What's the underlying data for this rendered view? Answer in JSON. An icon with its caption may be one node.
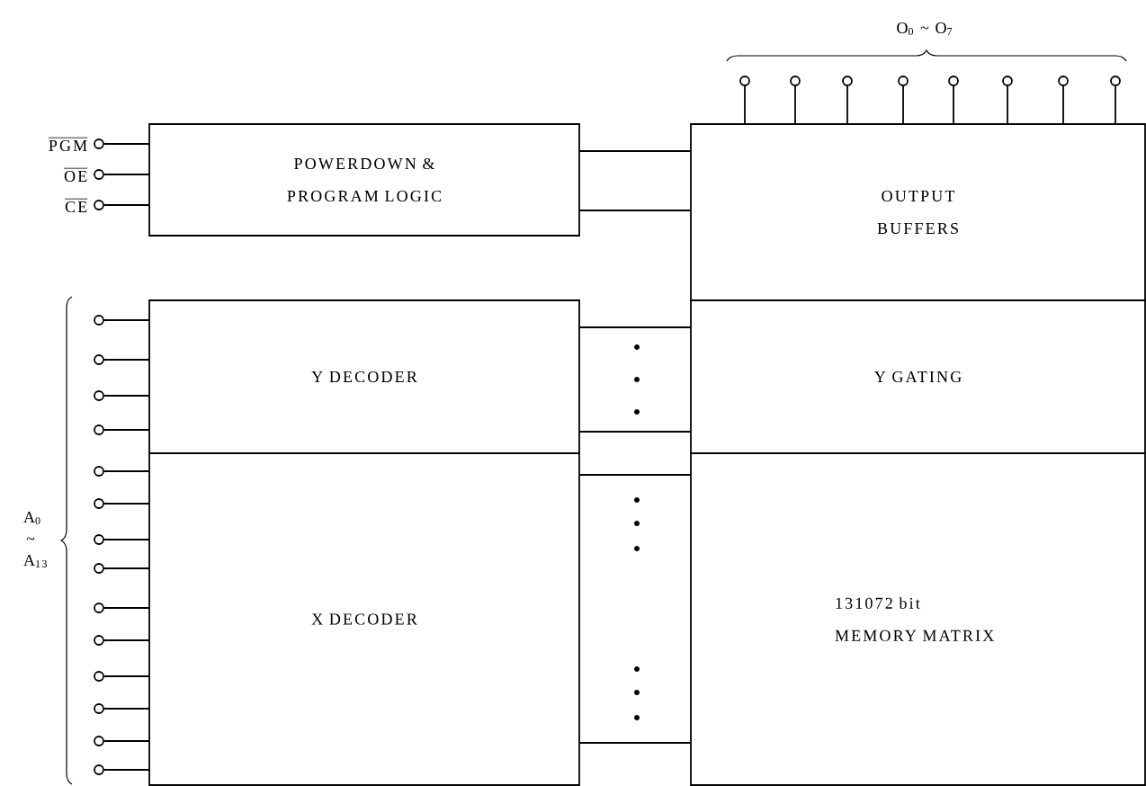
{
  "diagram": {
    "nodes": [
      {
        "text": [],
        "shape": "circle",
        "beside": [
          "PGM"
        ]
      },
      {
        "text": [],
        "shape": "circle",
        "beside": [
          "OE"
        ]
      },
      {
        "text": [],
        "shape": "circle",
        "beside": [
          "CE"
        ]
      },
      {
        "text": [
          "POWERDOWN & PROGRAM LOGIC"
        ]
      },
      {
        "text": [
          "OUTPUT BUFFERS"
        ]
      },
      {
        "text": [
          "Y DECODER"
        ]
      },
      {
        "text": [
          "Y GATING"
        ]
      },
      {
        "text": [
          "X DECODER"
        ]
      },
      {
        "text": [
          "131072 bit MEMORY MATRIX"
        ]
      },
      {
        "text": [],
        "shape": "circle"
      },
      {
        "text": [],
        "shape": "circle"
      },
      {
        "text": [],
        "shape": "circle"
      },
      {
        "text": [],
        "shape": "circle"
      },
      {
        "text": [],
        "shape": "circle"
      },
      {
        "text": [],
        "shape": "circle"
      },
      {
        "text": [],
        "shape": "circle"
      },
      {
        "text": [],
        "shape": "circle"
      },
      {
        "text": [],
        "shape": "circle"
      },
      {
        "text": [],
        "shape": "circle"
      },
      {
        "text": [],
        "shape": "circle"
      },
      {
        "text": [],
        "shape": "circle"
      },
      {
        "text": [],
        "shape": "circle"
      },
      {
        "text": [],
        "shape": "circle"
      },
      {
        "text": [],
        "shape": "circle"
      },
      {
        "text": [],
        "shape": "circle"
      },
      {
        "text": [],
        "shape": "circle"
      },
      {
        "text": [],
        "shape": "circle"
      },
      {
        "text": [],
        "shape": "circle"
      },
      {
        "text": [],
        "shape": "circle"
      },
      {
        "text": [],
        "shape": "circle"
      },
      {
        "text": [],
        "shape": "circle"
      }
    ],
    "edges": [
      {
        "from": 0,
        "to": 3,
        "arrow": "none"
      },
      {
        "from": 1,
        "to": 3,
        "arrow": "none"
      },
      {
        "from": 2,
        "to": 3,
        "arrow": "none"
      },
      {
        "from": 3,
        "to": 4,
        "arrow": "none"
      },
      {
        "from": 3,
        "to": 4,
        "arrow": "none"
      },
      {
        "from": 5,
        "to": 6,
        "arrow": "none"
      },
      {
        "from": 5,
        "to": 6,
        "arrow": "none"
      },
      {
        "from": 7,
        "to": 8,
        "arrow": "none"
      },
      {
        "from": 7,
        "to": 8,
        "arrow": "none"
      },
      {
        "from": 4,
        "to": 9,
        "arrow": "none"
      },
      {
        "from": 4,
        "to": 10,
        "arrow": "none"
      },
      {
        "from": 4,
        "to": 11,
        "arrow": "none"
      },
      {
        "from": 4,
        "to": 12,
        "arrow": "none"
      },
      {
        "from": 4,
        "to": 13,
        "arrow": "none"
      },
      {
        "from": 4,
        "to": 14,
        "arrow": "none"
      },
      {
        "from": 4,
        "to": 15,
        "arrow": "none"
      },
      {
        "from": 4,
        "to": 16,
        "arrow": "none"
      },
      {
        "from": 17,
        "to": 5,
        "arrow": "none"
      },
      {
        "from": 18,
        "to": 5,
        "arrow": "none"
      },
      {
        "from": 19,
        "to": 5,
        "arrow": "none"
      },
      {
        "from": 20,
        "to": 5,
        "arrow": "none"
      },
      {
        "from": 21,
        "to": 7,
        "arrow": "none"
      },
      {
        "from": 22,
        "to": 7,
        "arrow": "none"
      },
      {
        "from": 23,
        "to": 7,
        "arrow": "none"
      },
      {
        "from": 24,
        "to": 7,
        "arrow": "none"
      },
      {
        "from": 25,
        "to": 7,
        "arrow": "none"
      },
      {
        "from": 26,
        "to": 7,
        "arrow": "none"
      },
      {
        "from": 27,
        "to": 7,
        "arrow": "none"
      },
      {
        "from": 28,
        "to": 7,
        "arrow": "none"
      },
      {
        "from": 29,
        "to": 7,
        "arrow": "none"
      },
      {
        "from": 30,
        "to": 7,
        "arrow": "none"
      }
    ],
    "labels": [
      "O$_{0}$ ~ O$_{7}$",
      "A$_{0}$ ~ A$_{13}$"
    ]
  }
}
